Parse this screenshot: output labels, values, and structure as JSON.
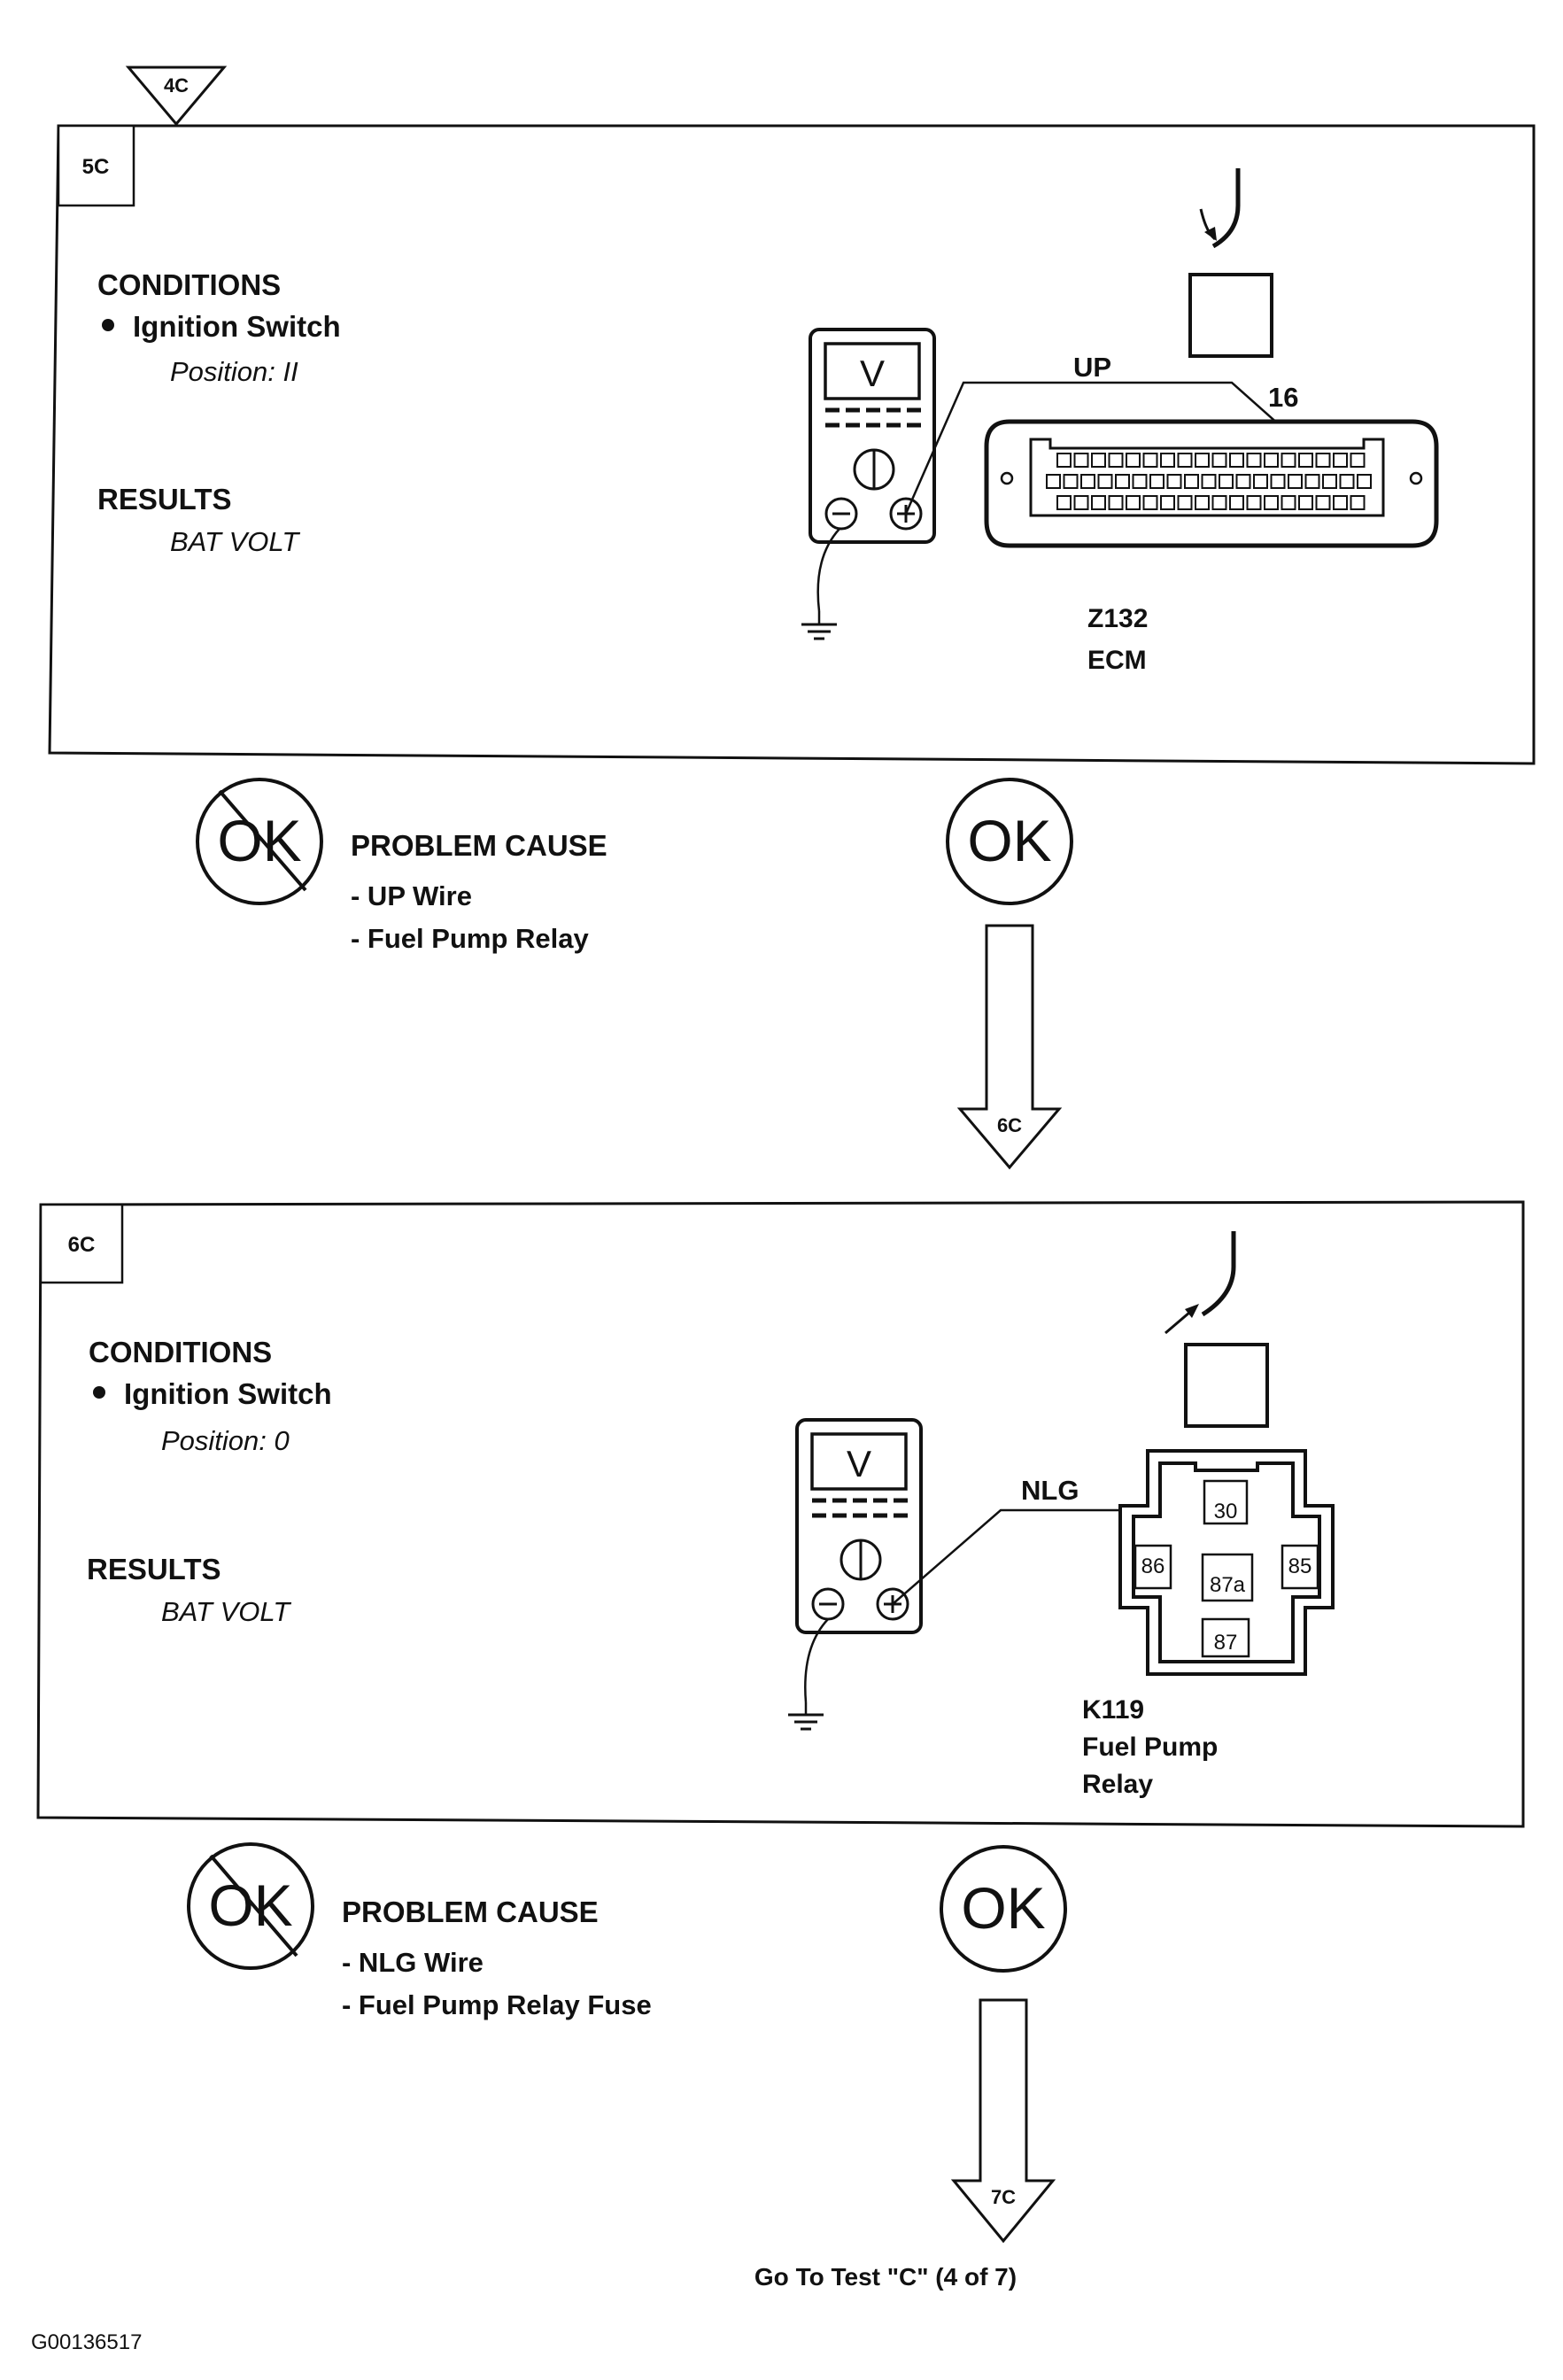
{
  "entry_marker": "4C",
  "steps": [
    {
      "id": "5C",
      "conditions_heading": "CONDITIONS",
      "condition_item": "Ignition Switch",
      "condition_position": "Position: II",
      "results_heading": "RESULTS",
      "result_value": "BAT VOLT",
      "meter_symbol": "V",
      "wire_label": "UP",
      "pin_label": "16",
      "component_code": "Z132",
      "component_name": "ECM",
      "fail_badge": "OK",
      "problem_heading": "PROBLEM CAUSE",
      "causes": [
        "- UP  Wire",
        "- Fuel Pump Relay"
      ],
      "pass_badge": "OK",
      "next_marker": "6C"
    },
    {
      "id": "6C",
      "conditions_heading": "CONDITIONS",
      "condition_item": "Ignition Switch",
      "condition_position": "Position: 0",
      "results_heading": "RESULTS",
      "result_value": "BAT VOLT",
      "meter_symbol": "V",
      "wire_label": "NLG",
      "relay_pins": [
        "30",
        "86",
        "87a",
        "85",
        "87"
      ],
      "component_code": "K119",
      "component_name_lines": [
        "Fuel Pump",
        "Relay"
      ],
      "fail_badge": "OK",
      "problem_heading": "PROBLEM CAUSE",
      "causes": [
        "- NLG  Wire",
        "- Fuel Pump Relay Fuse"
      ],
      "pass_badge": "OK",
      "next_marker": "7C"
    }
  ],
  "footer_text": "Go To Test \"C\" (4 of 7)",
  "figure_id": "G00136517"
}
